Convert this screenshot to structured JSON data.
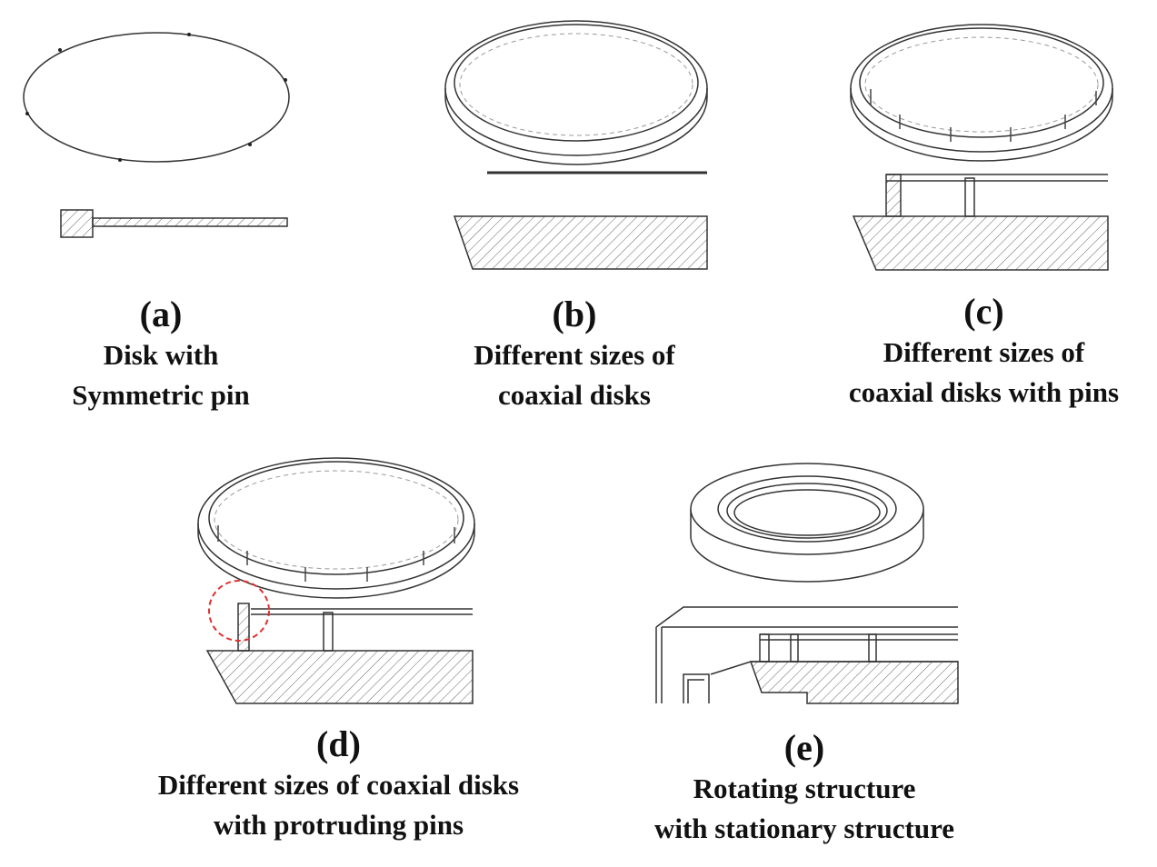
{
  "panels": [
    {
      "id": "a",
      "label": "(a)",
      "caption": [
        "Disk with",
        "Symmetric pin"
      ]
    },
    {
      "id": "b",
      "label": "(b)",
      "caption": [
        "Different sizes of",
        "coaxial disks"
      ]
    },
    {
      "id": "c",
      "label": "(c)",
      "caption": [
        "Different sizes of",
        "coaxial disks  with pins"
      ]
    },
    {
      "id": "d",
      "label": "(d)",
      "caption": [
        "Different sizes of coaxial disks",
        "with protruding pins"
      ]
    },
    {
      "id": "e",
      "label": "(e)",
      "caption": [
        "Rotating structure",
        "with stationary structure"
      ]
    }
  ],
  "colors": {
    "line": "#333333",
    "hatch": "#555555",
    "highlight": "#e03030"
  }
}
